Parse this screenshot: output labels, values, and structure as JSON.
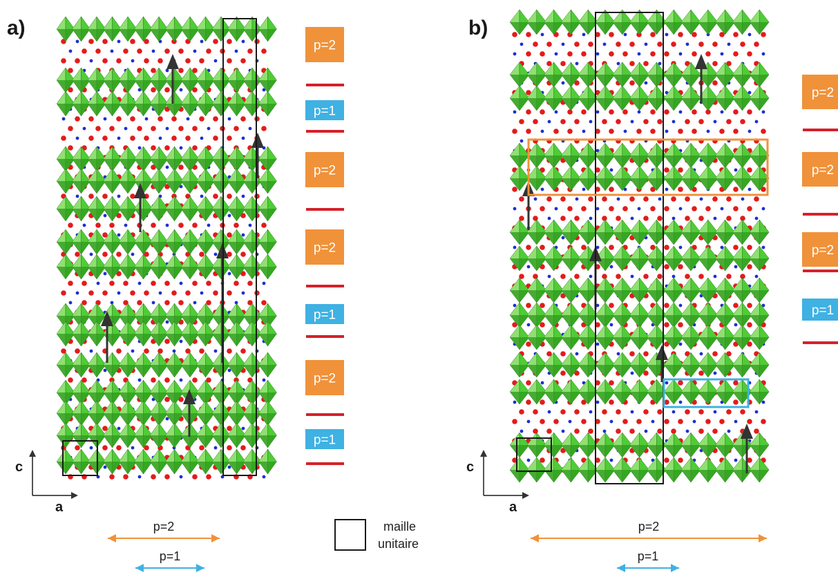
{
  "panels": [
    {
      "id": "a",
      "label": "a)",
      "badges": [
        "p=2",
        "p=1",
        "p=2",
        "p=2",
        "p=1",
        "p=2",
        "p=1"
      ]
    },
    {
      "id": "b",
      "label": "b)",
      "badges": [
        "p=2",
        "p=2",
        "p=2",
        "p=1"
      ]
    }
  ],
  "axes": {
    "c": "c",
    "a": "a"
  },
  "dimension_labels": {
    "p2": "p=2",
    "p1": "p=1"
  },
  "legend": {
    "line1": "maille",
    "line2": "unitaire"
  },
  "colors": {
    "octahedron_light": "#8fe071",
    "octahedron_mid": "#4fcc36",
    "octahedron_dark": "#2e9a1e",
    "oxygen": "#e31b1b",
    "cation": "#1e2fd0",
    "badge_p2": "#f0923a",
    "badge_p1": "#3fb1e3",
    "separator": "#d6202a",
    "arrow": "#333333",
    "box_orange": "#f0923a",
    "box_blue": "#3fb1e3"
  }
}
